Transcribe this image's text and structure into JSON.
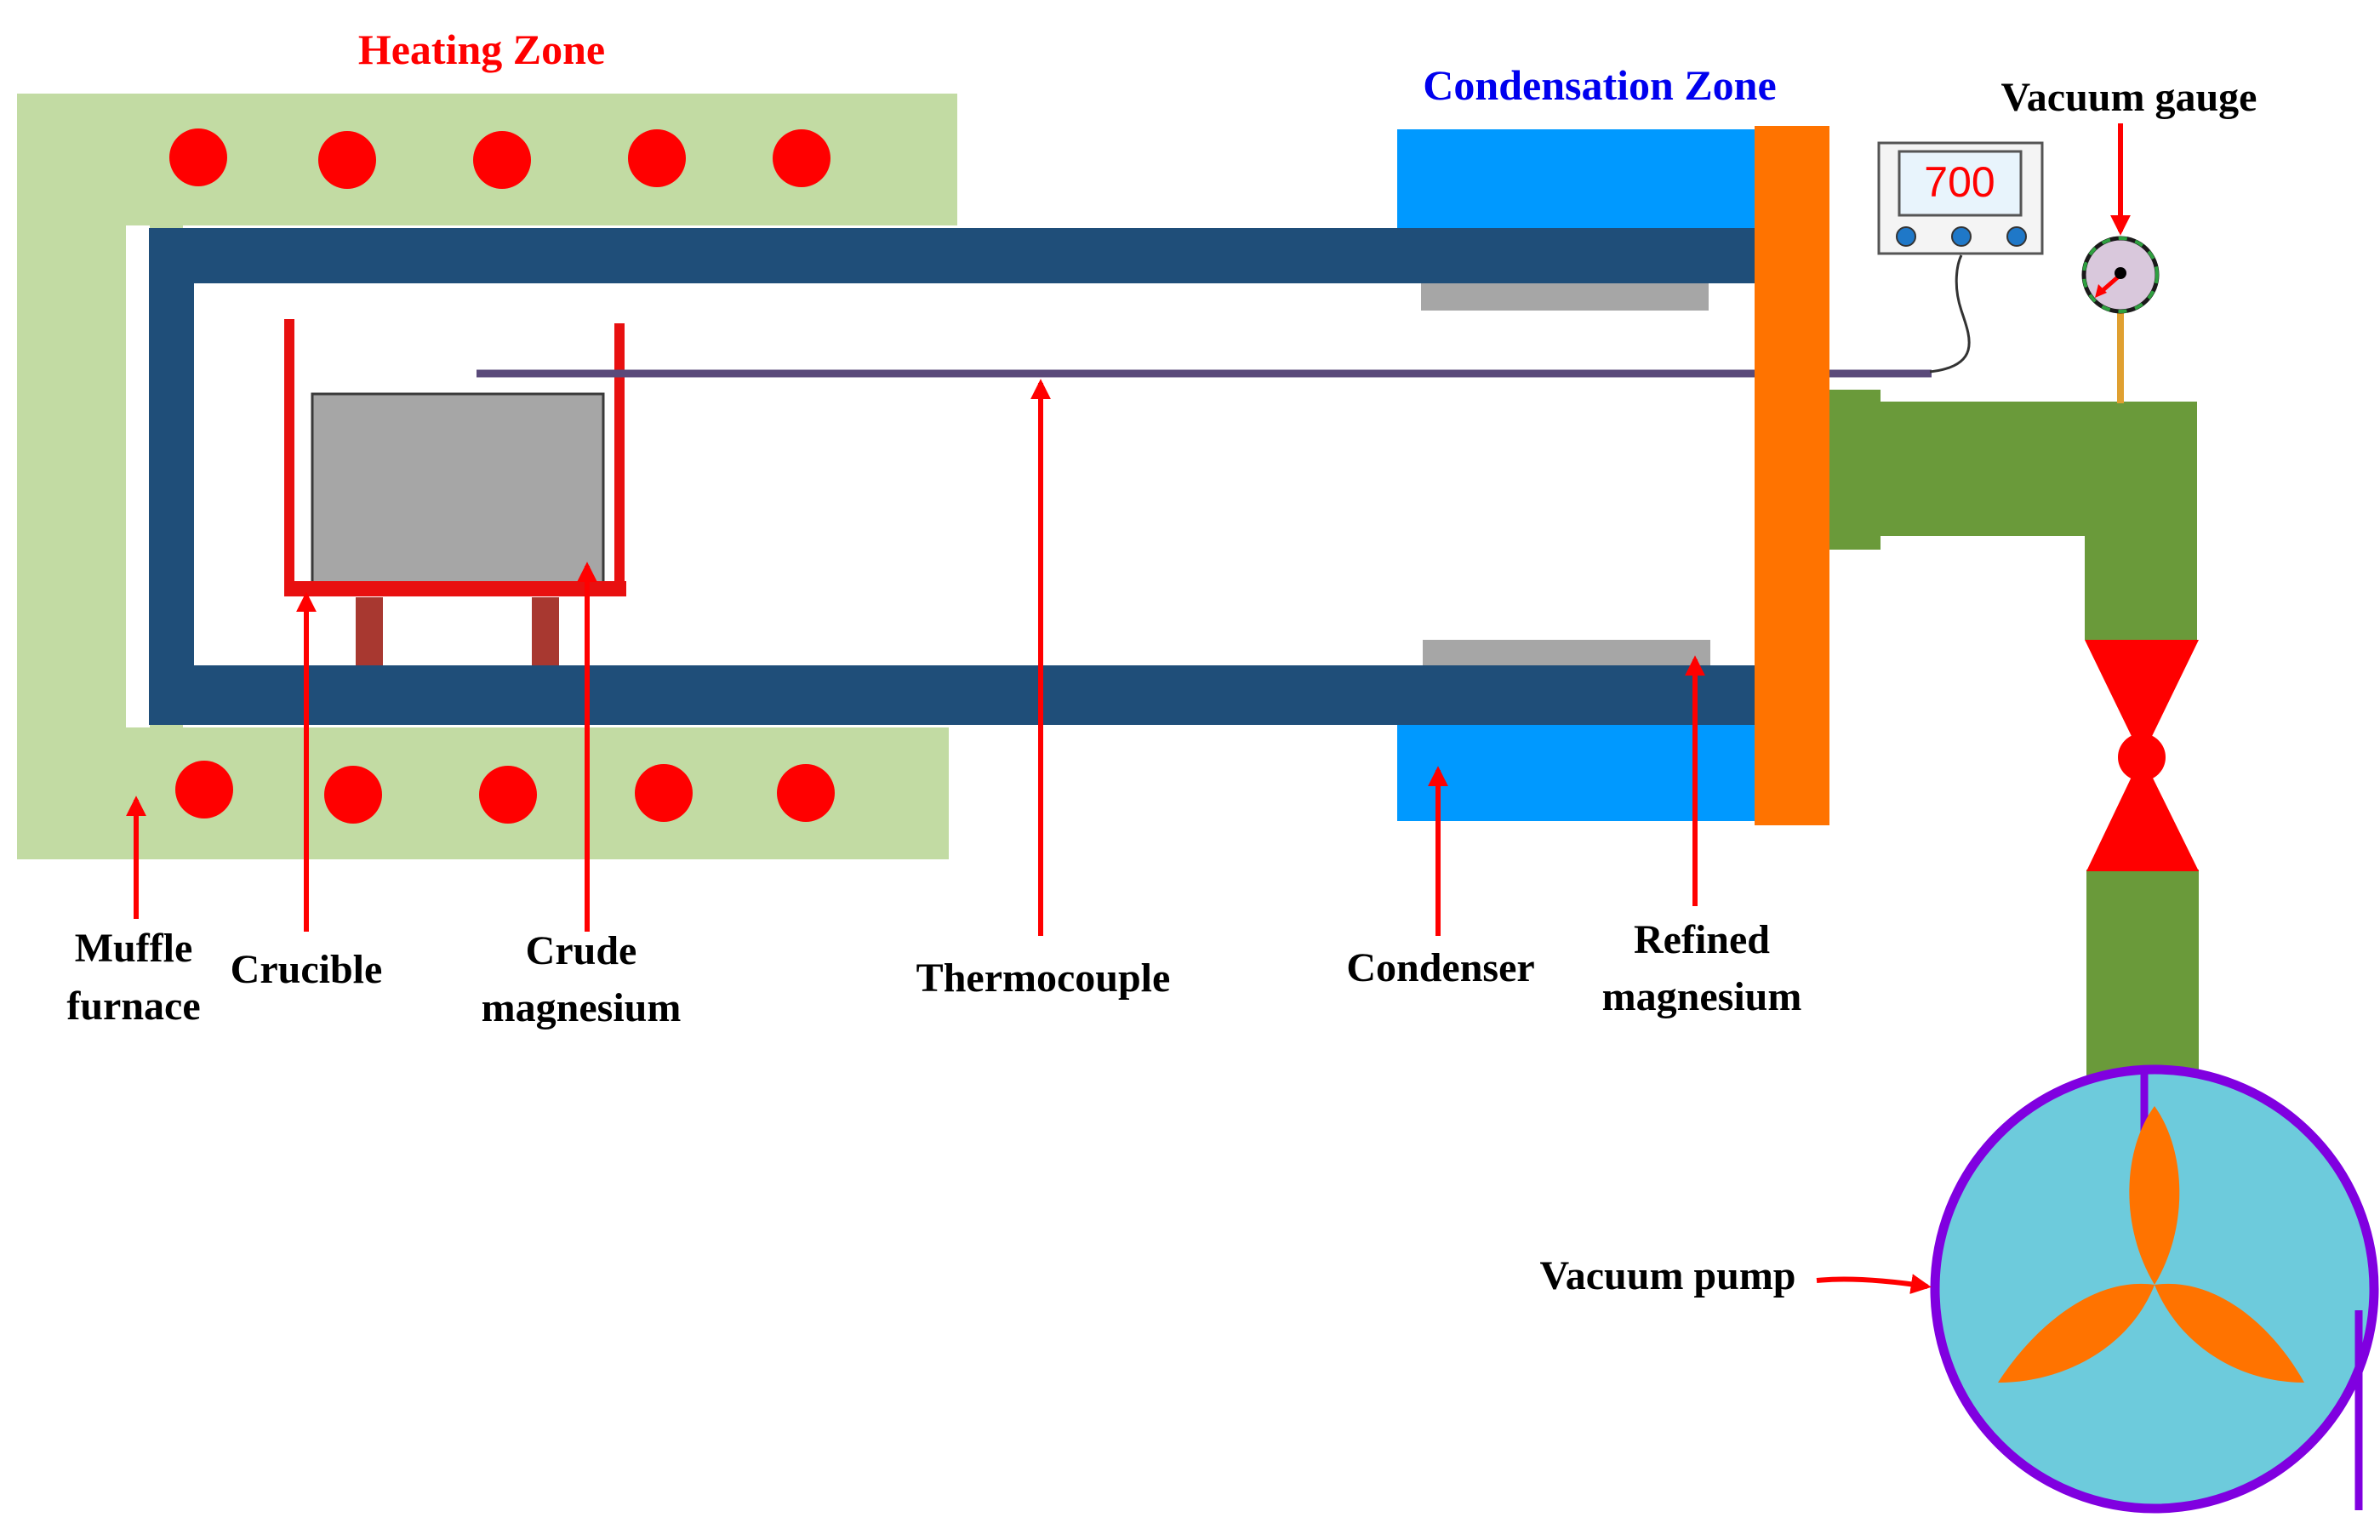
{
  "zones": {
    "heating": "Heating Zone",
    "condensation": "Condensation Zone"
  },
  "labels": {
    "muffle_furnace": [
      "Muffle",
      "furnace"
    ],
    "crucible": "Crucible",
    "crude_magnesium": [
      "Crude",
      "magnesium"
    ],
    "thermocouple": "Thermocouple",
    "condenser": "Condenser",
    "refined_magnesium": [
      "Refined",
      "magnesium"
    ],
    "vacuum_gauge": "Vacuum gauge",
    "vacuum_pump": "Vacuum pump"
  },
  "temperature_display": {
    "value": "700"
  },
  "colors": {
    "furnace": "#c2dba3",
    "heater_dot": "#ff0000",
    "tube": "#1f4e79",
    "condenser": "#0099ff",
    "flange": "#ff7300",
    "pipe": "#6a9a3a",
    "valve": "#ff0000",
    "crucible": "#e81010",
    "crude_mg": "#a6a6a6",
    "refined_mg": "#a6a6a6",
    "pump_body": "#6dcbdc",
    "pump_ring": "#8000e0",
    "impeller": "#ff7300",
    "gauge_face": "#d9c8dc",
    "gauge_stem": "#e0a030",
    "heating_label": "#ff0000",
    "condensation_label": "#0000ee",
    "arrow": "#ff0000"
  }
}
